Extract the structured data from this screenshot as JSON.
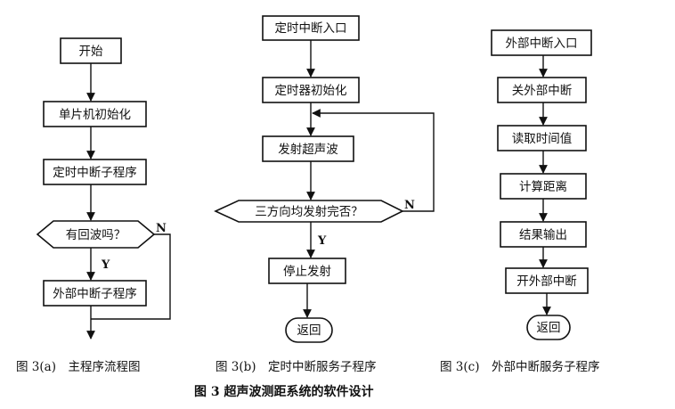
{
  "flow_a": {
    "start": "开始",
    "init": "单片机初始化",
    "timer_sub": "定时中断子程序",
    "decision": "有回波吗？",
    "ext_sub": "外部中断子程序",
    "yes": "Y",
    "no": "N",
    "caption": "图 3(a)　主程序流程图"
  },
  "flow_b": {
    "entry": "定时中断入口",
    "timer_init": "定时器初始化",
    "emit": "发射超声波",
    "decision": "三方向均发射完否？",
    "stop": "停止发射",
    "ret": "返回",
    "yes": "Y",
    "no": "N",
    "caption": "图 3(b)　定时中断服务子程序"
  },
  "flow_c": {
    "entry": "外部中断入口",
    "close_ext": "关外部中断",
    "read_time": "读取时间值",
    "calc": "计算距离",
    "output": "结果输出",
    "open_ext": "开外部中断",
    "ret": "返回",
    "caption": "图 3(c)　外部中断服务子程序"
  },
  "figure_caption": "图 3 超声波测距系统的软件设计"
}
